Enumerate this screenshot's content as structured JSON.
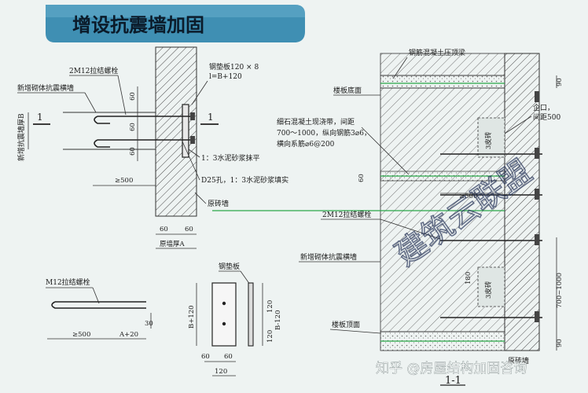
{
  "title": "增设抗震墙加固",
  "colors": {
    "title_bar": "#3f8fb3",
    "wall_hatch": "#4a4a4a",
    "concrete_bg": "#dfe6e4",
    "rebar_green": "#2aa84a",
    "watermark": "#1e2d54",
    "background": "#eef3f2"
  },
  "left_section": {
    "labels": {
      "bolt": "2M12拉结螺栓",
      "plate": "钢垫板120 × 8",
      "plate_len": "l=B+120",
      "new_wall": "新增砌体抗震横墙",
      "new_wall_thick": "新增抗震墙厚B",
      "mortar_flat": "1：3水泥砂浆抹平",
      "hole": "D25孔，1：3水泥砂浆填实",
      "orig_wall": "原砖墙",
      "orig_thick": "原墙厚A",
      "section_mark_left": "1",
      "section_mark_right": "1"
    },
    "dims": {
      "d60a": "60",
      "d60b": "60",
      "d60c": "60",
      "d500": "≥500",
      "d60d": "60",
      "d60e": "60"
    }
  },
  "bolt_detail": {
    "label": "M12拉结螺栓",
    "d30": "30",
    "d500": "≥500",
    "da20": "A+20"
  },
  "plate_detail": {
    "label": "钢垫板",
    "b120_left": "B+120",
    "b120_right": "B-120",
    "d120a": "120",
    "d120b": "120",
    "d60a": "60",
    "d60b": "60",
    "d120c": "120"
  },
  "right_section": {
    "labels": {
      "top_beam": "钢筋混凝土压顶梁",
      "floor_bottom": "楼板底面",
      "strip": "细石混凝土现浇带，间距",
      "strip2": "700～1000，纵向钢筋3⌀6，",
      "strip3": "横向系筋⌀6@200",
      "bolt": "2M12拉结螺栓",
      "new_wall": "新增砌体抗震横墙",
      "floor_top": "楼板顶面",
      "orig_wall": "原砖墙",
      "notch": "企口，",
      "notch_spacing": "间距500",
      "brick3a": "3皮砖",
      "brick3b": "3皮砖",
      "section": "1-1"
    },
    "dims": {
      "d90a": "90",
      "d60": "60",
      "d500": "≥500",
      "d180": "180",
      "d700": "700~1000",
      "d90b": "90"
    }
  },
  "watermark": "建筑云联盟",
  "credit": "知乎 @房屋结构加固咨询"
}
